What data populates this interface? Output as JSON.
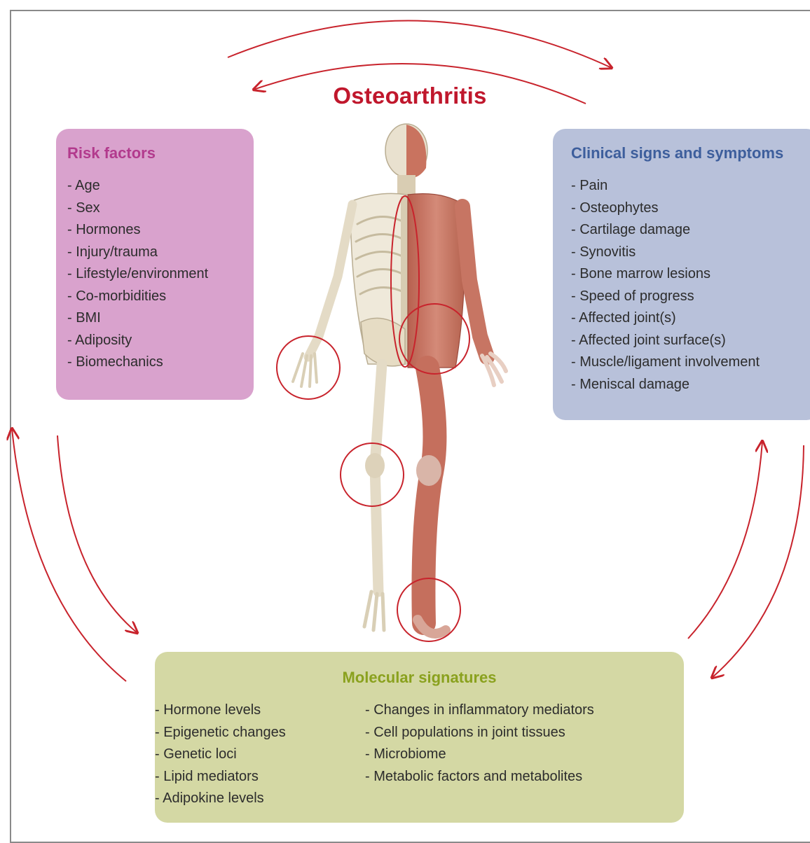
{
  "title": "Osteoarthritis",
  "risk_factors": {
    "heading": "Risk factors",
    "items": [
      "- Age",
      "- Sex",
      "- Hormones",
      "- Injury/trauma",
      "- Lifestyle/environment",
      "- Co-morbidities",
      "- BMI",
      "- Adiposity",
      "- Biomechanics"
    ]
  },
  "clinical": {
    "heading": "Clinical signs and symptoms",
    "items": [
      "- Pain",
      "- Osteophytes",
      "- Cartilage damage",
      "- Synovitis",
      "- Bone marrow lesions",
      "- Speed of progress",
      "- Affected joint(s)",
      "- Affected joint surface(s)",
      "- Muscle/ligament involvement",
      "- Meniscal damage"
    ]
  },
  "molecular": {
    "heading": "Molecular signatures",
    "left_items": [
      "- Hormone levels",
      "- Epigenetic changes",
      "- Genetic loci",
      "- Lipid mediators",
      "- Adipokine levels"
    ],
    "right_items": [
      "- Changes in inflammatory mediators",
      "- Cell populations in joint tissues",
      "- Microbiome",
      "- Metabolic factors and metabolites"
    ]
  },
  "colors": {
    "arrow": "#c8232c",
    "title": "#c0172c",
    "risk_panel": "#d9a2cd",
    "clinical_panel": "#b8c1da",
    "molecular_panel": "#d4d8a4"
  }
}
